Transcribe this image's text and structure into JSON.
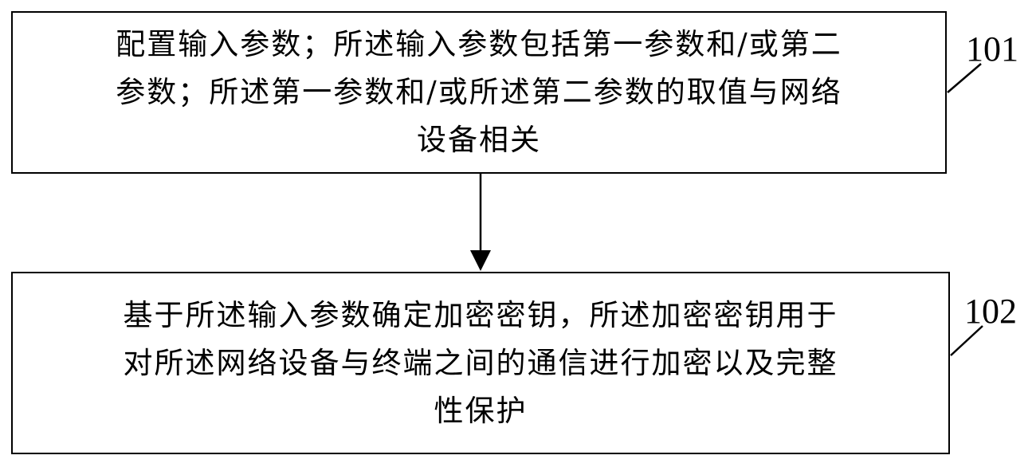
{
  "steps": [
    {
      "id": "101",
      "text": "配置输入参数；所述输入参数包括第一参数和/或第二\n参数；所述第一参数和/或所述第二参数的取值与网络\n设备相关"
    },
    {
      "id": "102",
      "text": "基于所述输入参数确定加密密钥，所述加密密钥用于\n对所述网络设备与终端之间的通信进行加密以及完整\n性保护"
    }
  ],
  "colors": {
    "stroke": "#000000",
    "background": "#ffffff"
  }
}
